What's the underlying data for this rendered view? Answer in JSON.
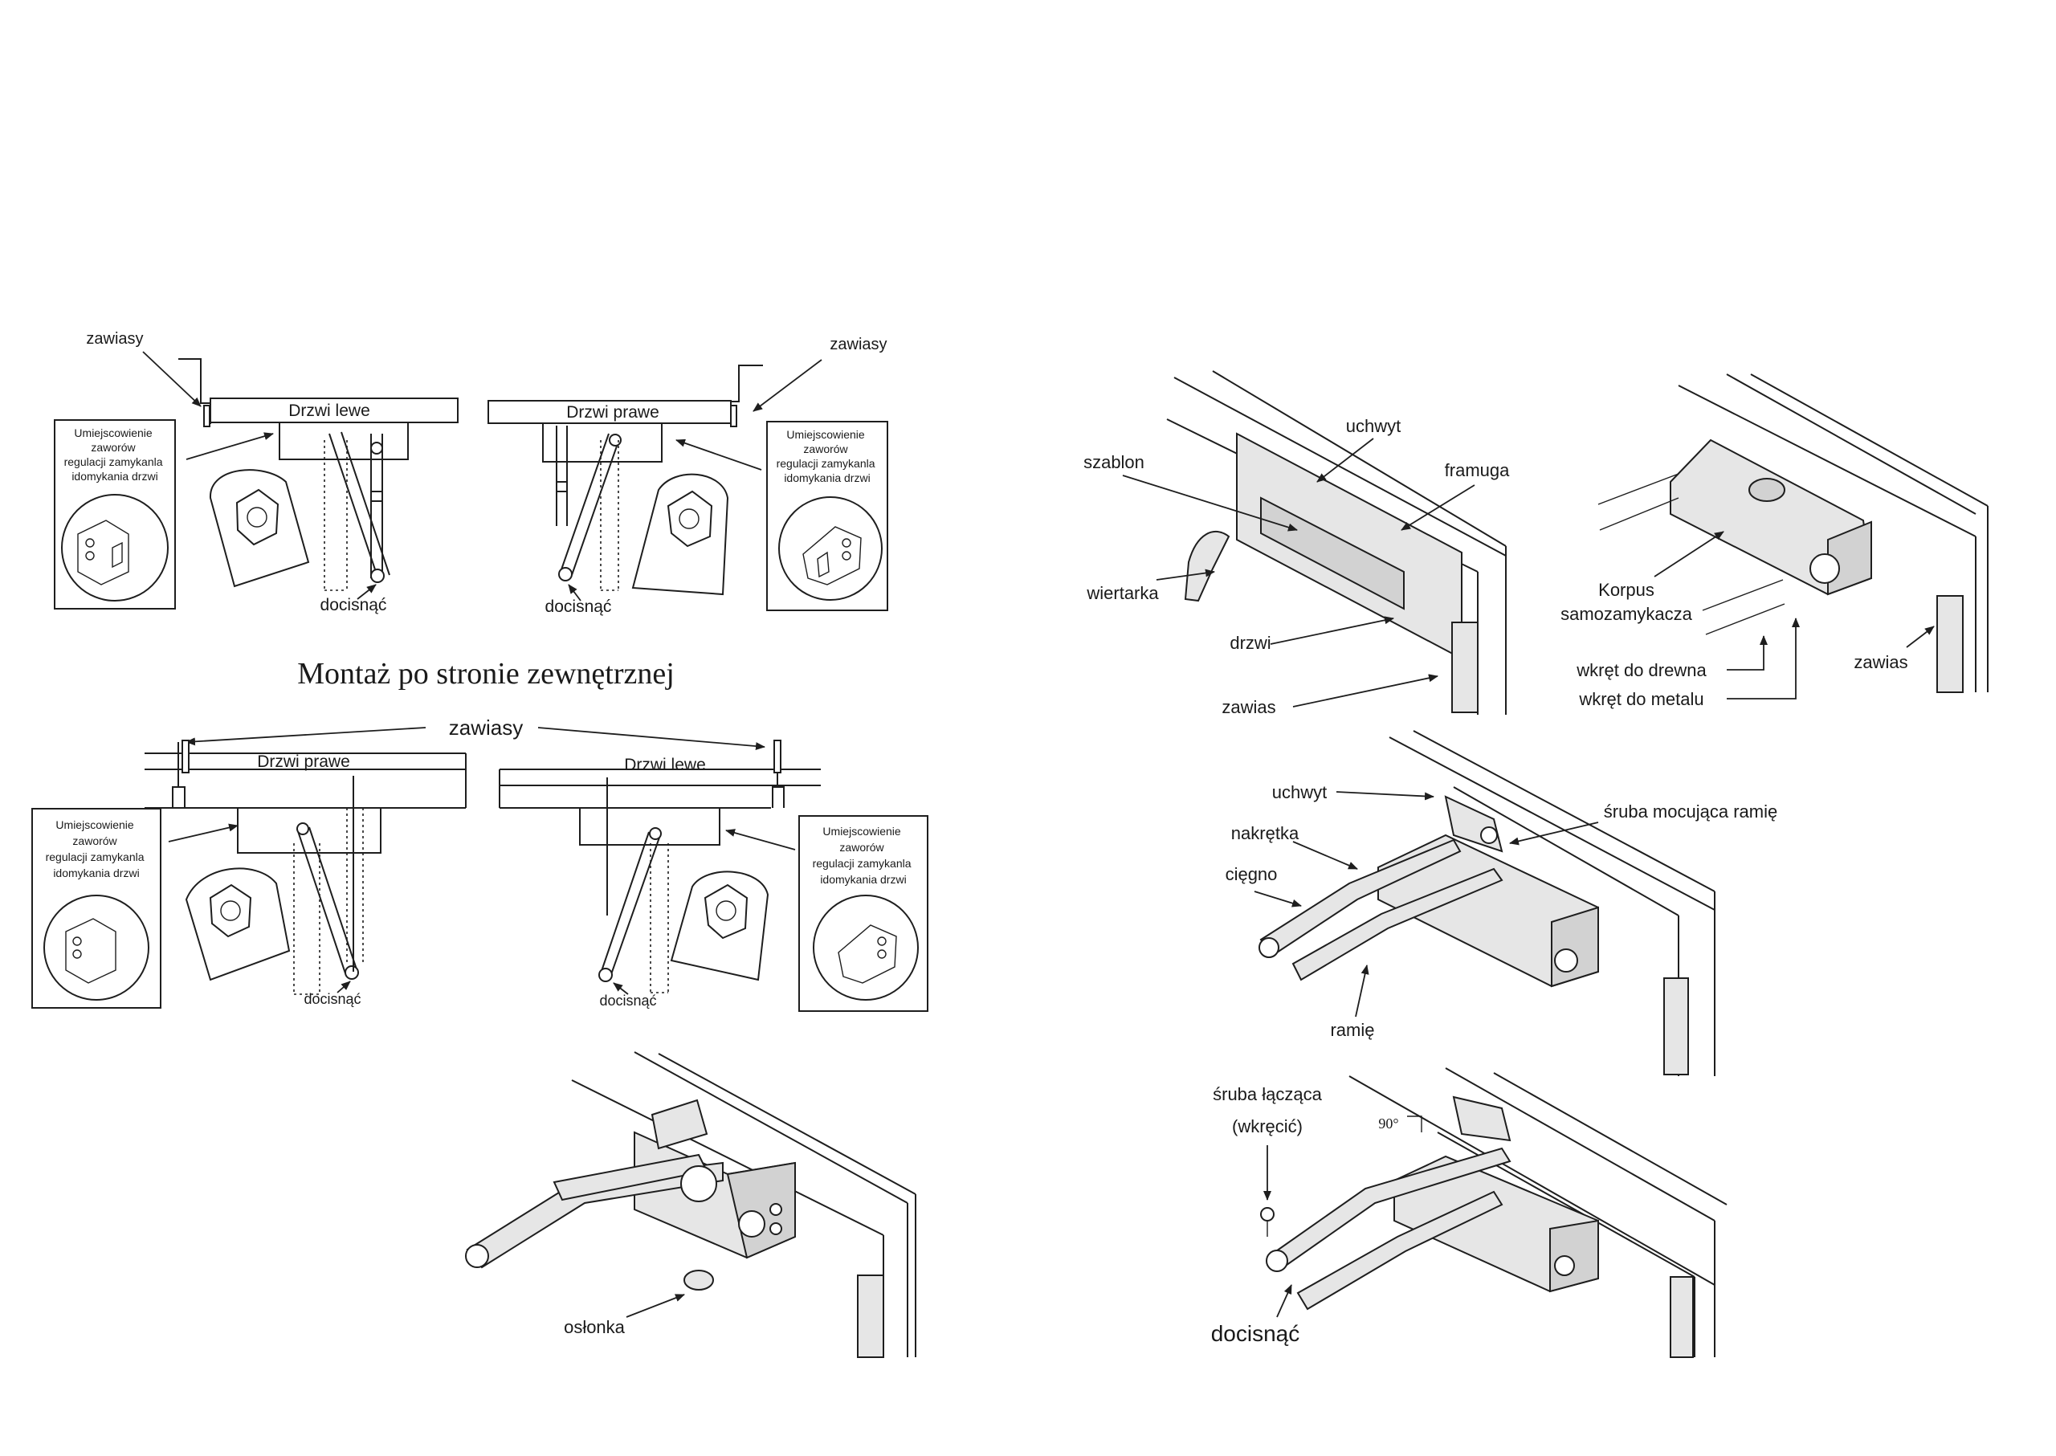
{
  "installation_top": {
    "left_diagram": {
      "hinges_label": "zawiasy",
      "door_label": "Drzwi lewe",
      "valve_note": [
        "Umiejscowienie",
        "zaworów",
        "regulacji zamykanla",
        "idomykania drzwi"
      ],
      "press_label": "docisnąć"
    },
    "right_diagram": {
      "hinges_label": "zawiasy",
      "door_label": "Drzwi prawe",
      "valve_note": [
        "Umiejscowienie",
        "zaworów",
        "regulacji zamykanla",
        "idomykania drzwi"
      ],
      "press_label": "docisnąć"
    }
  },
  "section_title": "Montaż po stronie zewnętrznej",
  "installation_outside": {
    "hinges_label": "zawiasy",
    "left_diagram": {
      "door_label": "Drzwi prawe",
      "valve_note": [
        "Umiejscowienie",
        "zaworów",
        "regulacji zamykanla",
        "idomykania drzwi"
      ],
      "press_label": "docisnąć"
    },
    "right_diagram": {
      "door_label": "Drzwi lewe",
      "valve_note": [
        "Umiejscowienie",
        "zaworów",
        "regulacji zamykanla",
        "idomykania drzwi"
      ],
      "press_label": "docisnąć"
    }
  },
  "cover_step": {
    "cover_label": "osłonka"
  },
  "template_step": {
    "handle_label": "uchwyt",
    "template_label": "szablon",
    "frame_label": "framuga",
    "drill_label": "wiertarka",
    "door_label": "drzwi",
    "hinge_label": "zawias"
  },
  "body_step": {
    "body_label_line1": "Korpus",
    "body_label_line2": "samozamykacza",
    "wood_screw_label": "wkręt do drewna",
    "metal_screw_label": "wkręt do metalu",
    "hinge_label": "zawias"
  },
  "arm_step": {
    "handle_label": "uchwyt",
    "arm_screw_label": "śruba  mocująca ramię",
    "nut_label": "nakrętka",
    "rod_label": "cięgno",
    "arm_label": "ramię"
  },
  "connect_step": {
    "screw_label_line1": "śruba łącząca",
    "screw_label_line2": "(wkręcić)",
    "angle_label": "90°",
    "press_label": "docisnąć"
  }
}
